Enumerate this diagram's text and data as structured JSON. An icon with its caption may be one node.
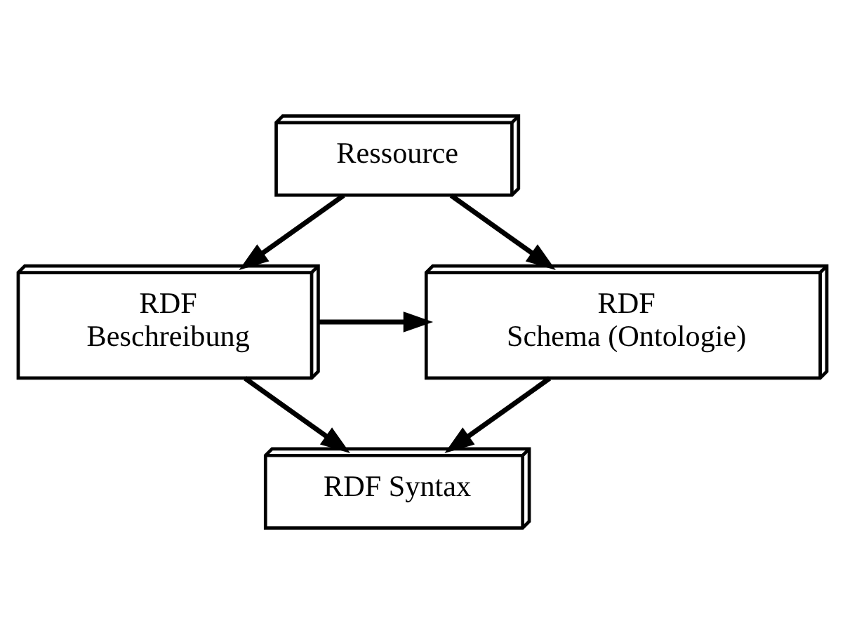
{
  "diagram": {
    "nodes": [
      {
        "text": [
          "Ressource"
        ]
      },
      {
        "text": [
          "RDF Beschreibung"
        ]
      },
      {
        "text": [
          "RDF Schema (Ontologie)"
        ]
      },
      {
        "text": [
          "RDF Syntax"
        ]
      }
    ],
    "edges": [
      {
        "from": 0,
        "to": 1,
        "arrow": "to"
      },
      {
        "from": 0,
        "to": 2,
        "arrow": "to"
      },
      {
        "from": 1,
        "to": 2,
        "arrow": "to"
      },
      {
        "from": 1,
        "to": 3,
        "arrow": "to"
      },
      {
        "from": 2,
        "to": 3,
        "arrow": "to"
      }
    ]
  }
}
